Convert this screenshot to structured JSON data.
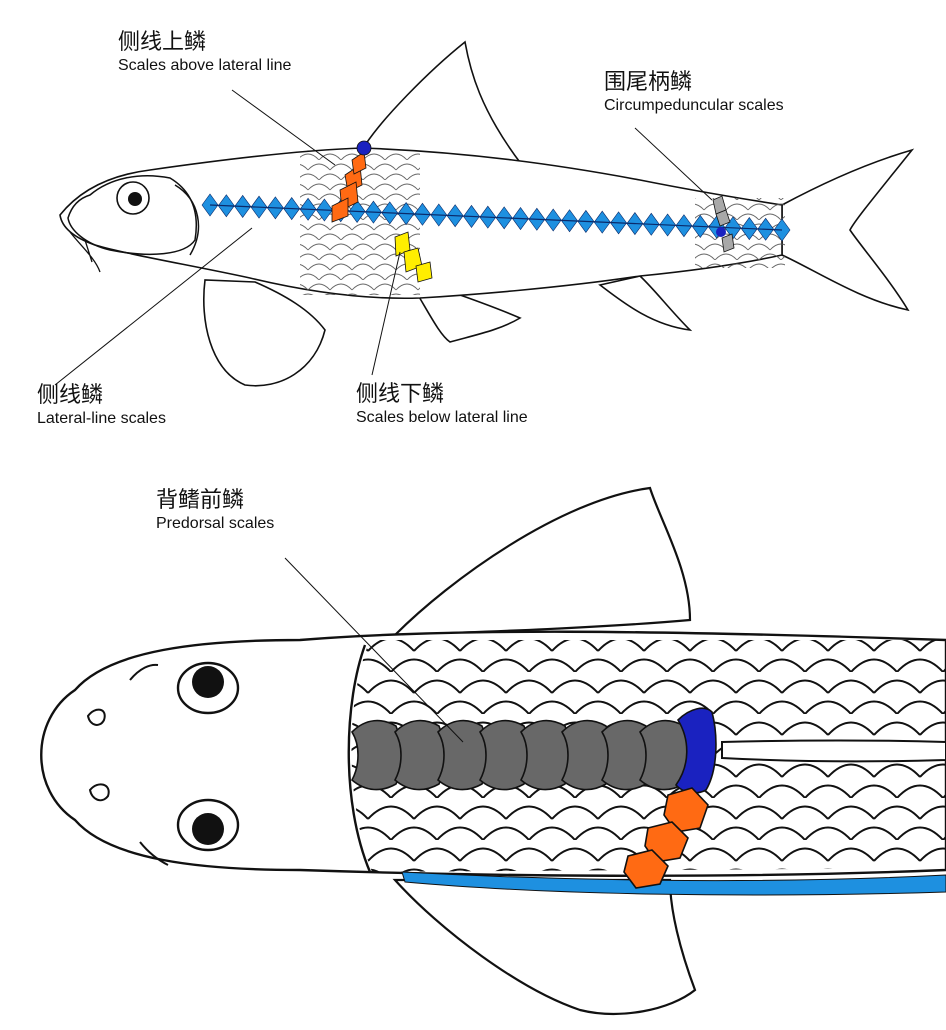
{
  "labels": {
    "upper_scales": {
      "zh": "侧线上鳞",
      "en": "Scales above lateral line"
    },
    "circumpeduncular": {
      "zh": "围尾柄鳞",
      "en": "Circumpeduncular scales"
    },
    "lateral_line": {
      "zh": "侧线鳞",
      "en": "Lateral-line scales"
    },
    "lower_scales": {
      "zh": "侧线下鳞",
      "en": "Scales below lateral line"
    },
    "predorsal": {
      "zh": "背鳍前鳞",
      "en": "Predorsal scales"
    }
  },
  "colors": {
    "lateral_line_scales": "#1e90e0",
    "scales_above": "#ff6a13",
    "scales_below": "#ffee00",
    "circumpeduncular": "#a8a8a8",
    "predorsal": "#686868",
    "dorsal_origin_scale": "#1a22c0",
    "outline": "#111111"
  }
}
